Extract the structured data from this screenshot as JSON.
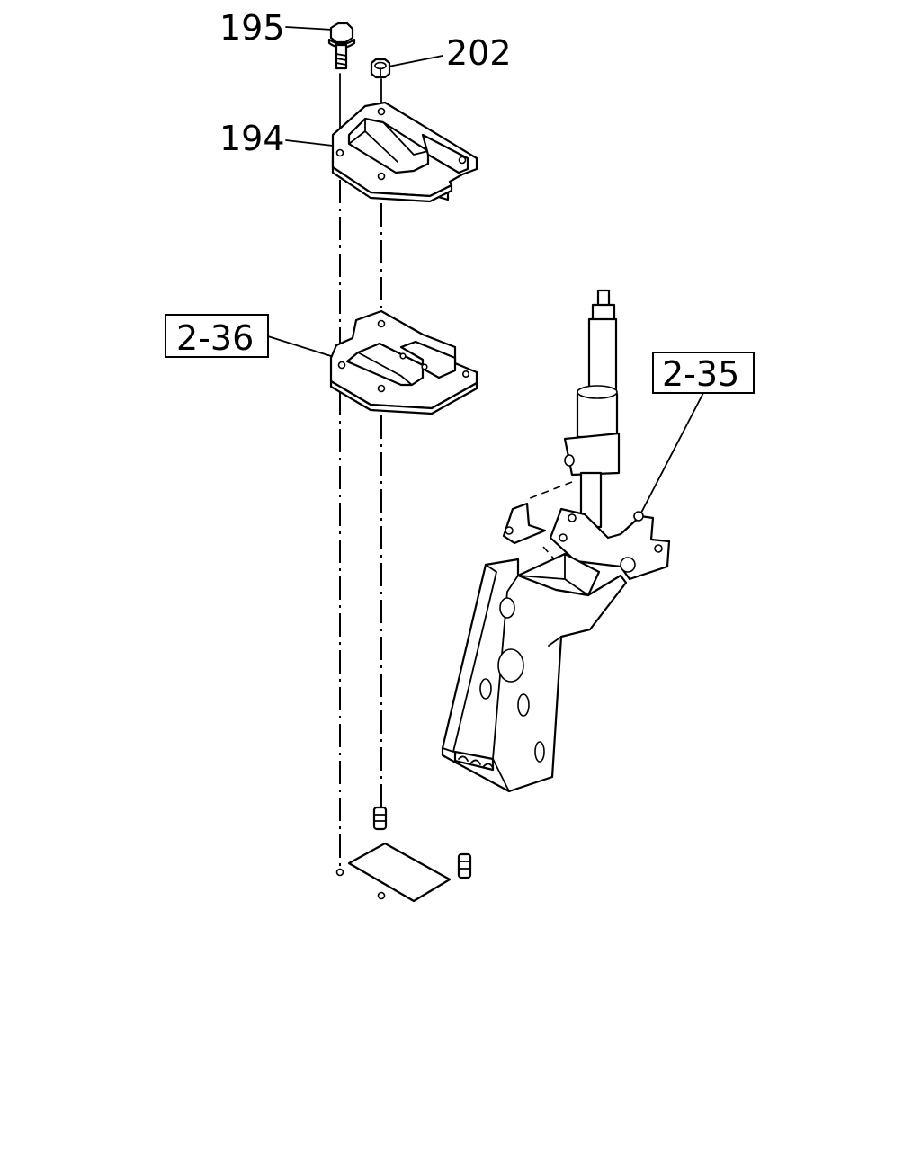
{
  "callouts": {
    "bolt": "195",
    "nut": "202",
    "upper_plate": "194",
    "lower_plate_ref": "2-36",
    "lever_assembly_ref": "2-35"
  }
}
